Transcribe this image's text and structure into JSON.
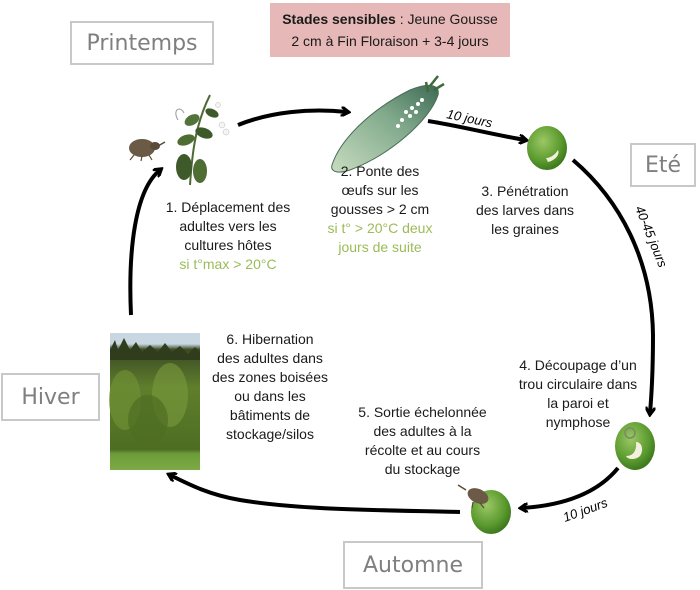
{
  "banner": {
    "bold": "Stades sensibles",
    "rest_line1": " : Jeune Gousse",
    "line2": "2 cm à Fin Floraison + 3-4 jours"
  },
  "seasons": {
    "printemps": "Printemps",
    "ete": "Eté",
    "hiver": "Hiver",
    "automne": "Automne"
  },
  "steps": [
    {
      "lines": [
        "1. Déplacement des",
        "adultes vers les",
        "cultures hôtes"
      ],
      "condition": [
        "si t°max > 20°C"
      ]
    },
    {
      "lines": [
        "2. Ponte des",
        "œufs sur les",
        "gousses > 2 cm"
      ],
      "condition": [
        "si t° > 20°C deux",
        "jours de suite"
      ]
    },
    {
      "lines": [
        "3. Pénétration",
        "des larves dans",
        "les graines"
      ],
      "condition": []
    },
    {
      "lines": [
        "4. Découpage d’un",
        "trou circulaire dans",
        "la paroi et",
        "nymphose"
      ],
      "condition": []
    },
    {
      "lines": [
        "5. Sortie échelonnée",
        "des adultes à la",
        "récolte et au cours",
        "du stockage"
      ],
      "condition": []
    },
    {
      "lines": [
        "6. Hibernation",
        "des adultes dans",
        "des zones boisées",
        "ou dans les",
        "bâtiments de",
        "stockage/silos"
      ],
      "condition": []
    }
  ],
  "durations": {
    "pod_to_seed": "10 jours",
    "seed_to_nymph": "40-45 jours",
    "nymph_to_exit": "10 jours"
  },
  "images": {
    "weevil": "weevil-adult-icon",
    "pea_plant": "pea-plant-icon",
    "pea_pod": "pea-pod-icon",
    "pea_seed_larva": "pea-seed-larva-icon",
    "pea_seed_hole": "pea-seed-hole-icon",
    "pea_seed_weevil": "pea-seed-weevil-icon",
    "forest": "forest-photo"
  },
  "colors": {
    "banner_bg": "#e6b8b7",
    "condition_text": "#9bbb59",
    "season_text": "#7f7f7f"
  }
}
